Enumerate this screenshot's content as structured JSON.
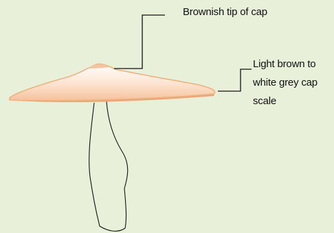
{
  "labels": {
    "cap_tip": "Brownish tip of cap",
    "cap_scale_lines": [
      "Light brown to",
      "white grey cap",
      "scale"
    ]
  },
  "colors": {
    "background": "#e8f0da",
    "cap_fill_top": "#ffffff",
    "cap_fill_bottom": "#f7c8a4",
    "cap_outline": "#f0b07a",
    "cap_underside": "#e9a878",
    "leader_lines": "#111111",
    "stem_outline": "#111111"
  }
}
